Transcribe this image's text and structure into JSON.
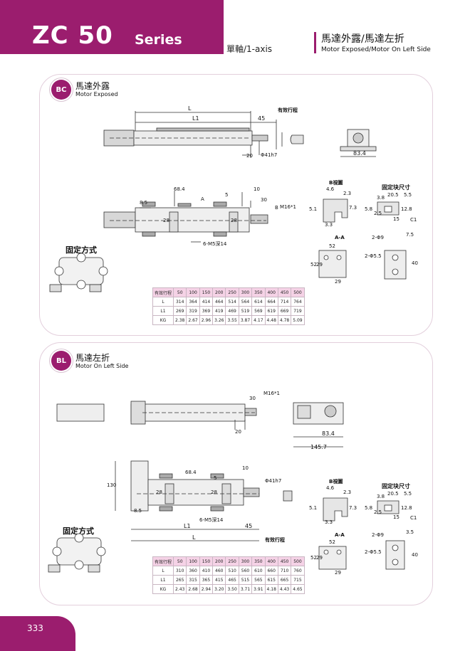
{
  "header": {
    "series_code": "ZC 50",
    "series_word": "Series",
    "axis_label": "單軸/1-axis",
    "title": "馬達外露/馬達左折",
    "subtitle": "Motor Exposed/Motor On Left Side"
  },
  "sections": [
    {
      "badge": "BC",
      "title": "馬達外露",
      "subtitle": "Motor Exposed",
      "mount_label": "固定方式",
      "dims": {
        "L": "L",
        "L1": "L1",
        "stroke": "有效行程",
        "d45": "45",
        "d20": "20",
        "d41": "Φ41h7",
        "d834": "83.4",
        "d684": "68.4",
        "d85": "8.5",
        "d5": "5",
        "d10": "10",
        "d30": "30",
        "m16": "M16*1",
        "m5": "6-M5深14",
        "d28a": "28",
        "d28b": "28",
        "A": "A",
        "B": "B"
      },
      "table": {
        "headers": [
          "有效行程",
          "50",
          "100",
          "150",
          "200",
          "250",
          "300",
          "350",
          "400",
          "450",
          "500"
        ],
        "rows": [
          [
            "L",
            "314",
            "364",
            "414",
            "464",
            "514",
            "564",
            "614",
            "664",
            "714",
            "764"
          ],
          [
            "L1",
            "269",
            "319",
            "369",
            "419",
            "469",
            "519",
            "569",
            "619",
            "669",
            "719"
          ],
          [
            "KG",
            "2.38",
            "2.67",
            "2.96",
            "3.26",
            "3.55",
            "3.87",
            "4.17",
            "4.48",
            "4.78",
            "5.09"
          ]
        ]
      }
    },
    {
      "badge": "BL",
      "title": "馬達左折",
      "subtitle": "Motor On Left Side",
      "mount_label": "固定方式",
      "dims": {
        "L": "L",
        "L1": "L1",
        "stroke": "有效行程",
        "d45": "45",
        "d20": "20",
        "d30": "30",
        "d41": "Φ41h7",
        "d834": "83.4",
        "d1457": "145.7",
        "d130": "130",
        "d684": "68.4",
        "d85": "8.5",
        "d5": "5",
        "d10": "10",
        "m16": "M16*1",
        "m5": "6-M5深14",
        "d28a": "28",
        "d28b": "28"
      },
      "table": {
        "headers": [
          "有效行程",
          "50",
          "100",
          "150",
          "200",
          "250",
          "300",
          "350",
          "400",
          "450",
          "500"
        ],
        "rows": [
          [
            "L",
            "310",
            "360",
            "410",
            "460",
            "510",
            "560",
            "610",
            "660",
            "710",
            "760"
          ],
          [
            "L1",
            "265",
            "315",
            "365",
            "415",
            "465",
            "515",
            "565",
            "615",
            "665",
            "715"
          ],
          [
            "KG",
            "2.43",
            "2.68",
            "2.94",
            "3.20",
            "3.50",
            "3.71",
            "3.91",
            "4.18",
            "4.43",
            "4.65"
          ]
        ]
      }
    }
  ],
  "detail": {
    "b_view": "B視圖",
    "fix_block": "固定块尺寸",
    "aa": "A-A",
    "d46": "4.6",
    "d23": "2.3",
    "d73": "7.3",
    "d51": "5.1",
    "d33": "3.3",
    "d38": "3.8",
    "d205": "20.5",
    "d55": "5.5",
    "d58": "5.8",
    "d25": "2.5",
    "d15": "15",
    "d128": "12.8",
    "c1": "C1",
    "d2phi9": "2-Φ9",
    "d75": "7.5",
    "d35": "3.5",
    "d2phi55": "2-Φ5.5",
    "d40": "40",
    "d52a": "52",
    "d52b": "52",
    "d29a": "29",
    "d29b": "29"
  },
  "footer": {
    "page_number": "333"
  }
}
